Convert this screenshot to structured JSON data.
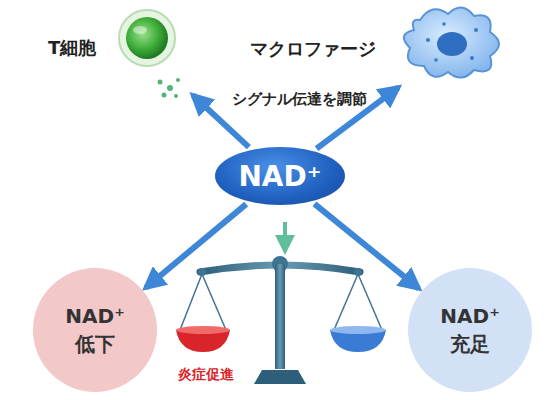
{
  "diagram": {
    "nodes": [
      {
        "text": [
          "T細胞"
        ]
      },
      {
        "text": [
          "マクロファージ"
        ]
      },
      {
        "text": [
          "NAD⁺"
        ]
      },
      {
        "text": [
          "NAD⁺ 低下"
        ]
      },
      {
        "text": [
          "NAD⁺ 充足"
        ]
      }
    ],
    "edges": [
      {
        "from": 2,
        "to": 0,
        "arrow": "to"
      },
      {
        "from": 2,
        "to": 1,
        "arrow": "to"
      },
      {
        "from": 2,
        "to": 3,
        "arrow": "to"
      },
      {
        "from": 2,
        "to": 4,
        "arrow": "to"
      }
    ],
    "labels": [
      "シグナル伝達を調節",
      "炎症促進"
    ]
  }
}
